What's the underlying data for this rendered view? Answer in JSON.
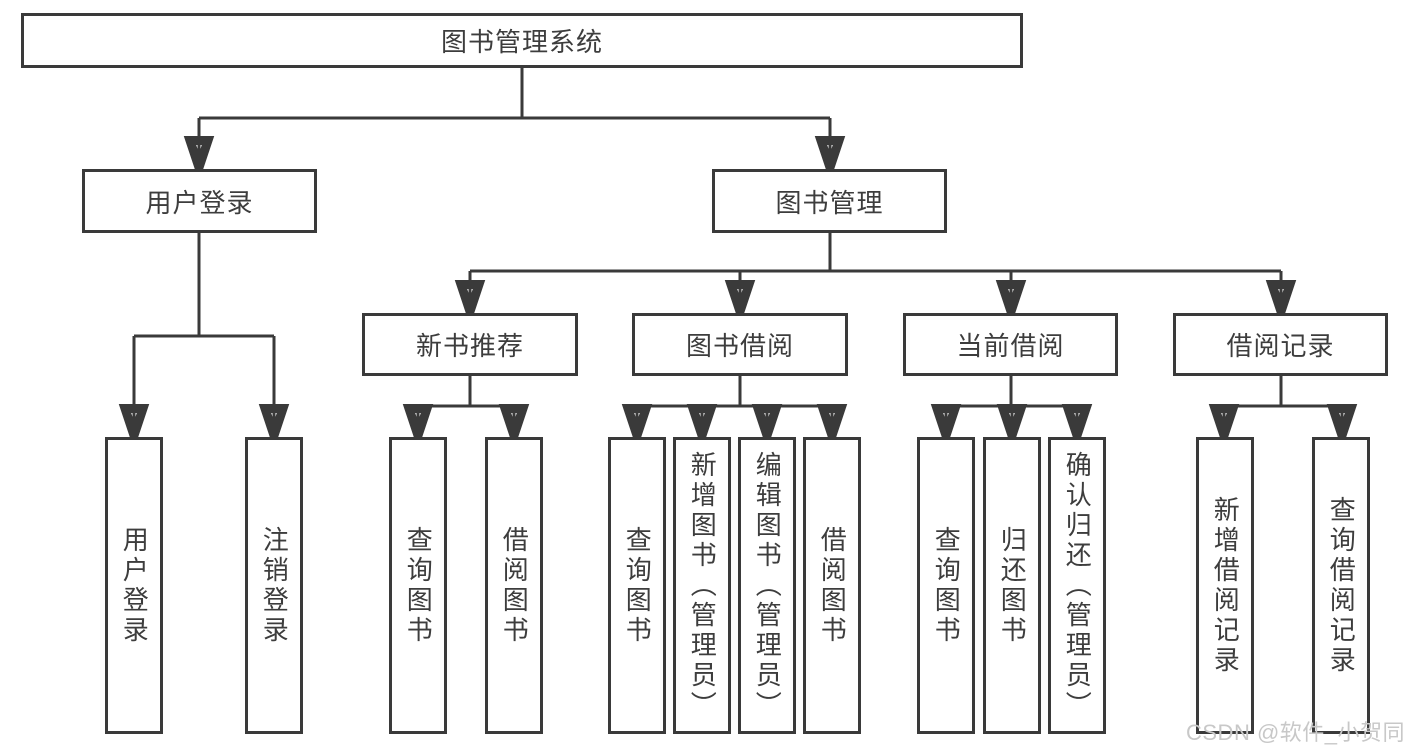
{
  "tree": {
    "label": "图书管理系统",
    "children": [
      {
        "label": "用户登录",
        "children": [
          {
            "label": "用户登录"
          },
          {
            "label": "注销登录"
          }
        ]
      },
      {
        "label": "图书管理",
        "children": [
          {
            "label": "新书推荐",
            "children": [
              {
                "label": "查询图书"
              },
              {
                "label": "借阅图书"
              }
            ]
          },
          {
            "label": "图书借阅",
            "children": [
              {
                "label": "查询图书"
              },
              {
                "label": "新增图书（管理员）"
              },
              {
                "label": "编辑图书（管理员）"
              },
              {
                "label": "借阅图书"
              }
            ]
          },
          {
            "label": "当前借阅",
            "children": [
              {
                "label": "查询图书"
              },
              {
                "label": "归还图书"
              },
              {
                "label": "确认归还（管理员）"
              }
            ]
          },
          {
            "label": "借阅记录",
            "children": [
              {
                "label": "新增借阅记录"
              },
              {
                "label": "查询借阅记录"
              }
            ]
          }
        ]
      }
    ]
  },
  "watermark": {
    "text": "CSDN @软件_小贺同学"
  },
  "colors": {
    "line": "#3a3a3a",
    "text": "#3d3d3d",
    "watermark": "#c8c8c8",
    "background": "#ffffff"
  }
}
